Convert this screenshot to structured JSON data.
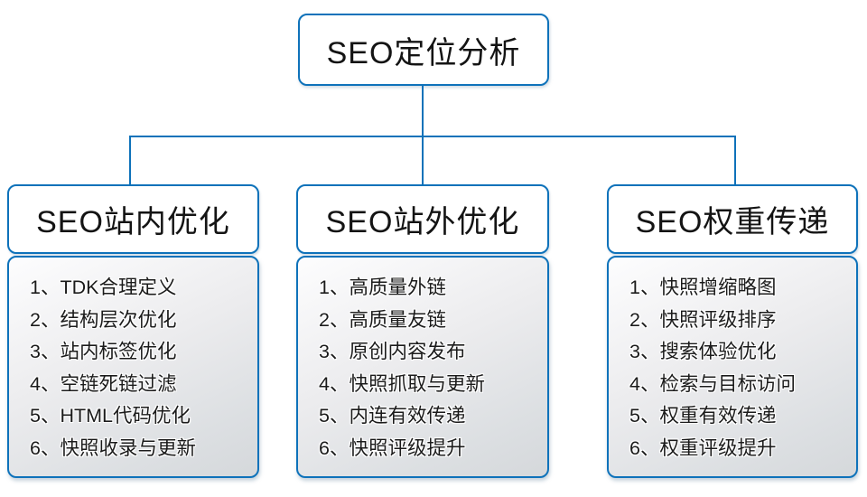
{
  "diagram": {
    "root_title": "SEO定位分析",
    "branches": [
      {
        "title": "SEO站内优化",
        "items": [
          "1、TDK合理定义",
          "2、结构层次优化",
          "3、站内标签优化",
          "4、空链死链过滤",
          "5、HTML代码优化",
          "6、快照收录与更新"
        ]
      },
      {
        "title": "SEO站外优化",
        "items": [
          "1、高质量外链",
          "2、高质量友链",
          "3、原创内容发布",
          "4、快照抓取与更新",
          "5、内连有效传递",
          "6、快照评级提升"
        ]
      },
      {
        "title": "SEO权重传递",
        "items": [
          "1、快照增缩略图",
          "2、快照评级排序",
          "3、搜索体验优化",
          "4、检索与目标访问",
          "5、权重有效传递",
          "6、权重评级提升"
        ]
      }
    ],
    "colors": {
      "connector_blue": "#0e72ba",
      "text_black": "#1b1b1b",
      "body_gradient_start": "#fdfdfe",
      "body_gradient_end": "#d5d8db"
    }
  }
}
